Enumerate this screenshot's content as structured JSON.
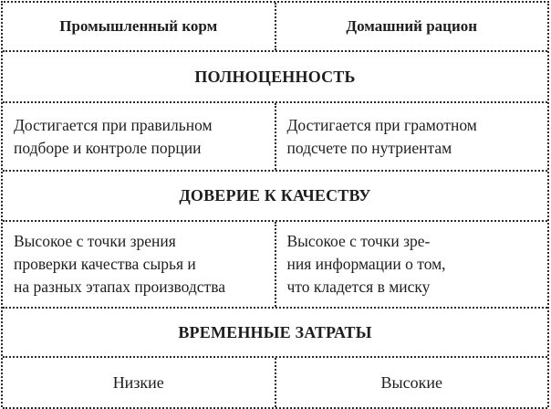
{
  "table": {
    "columns": [
      "Промышленный корм",
      "Домашний рацион"
    ],
    "sections": [
      {
        "title": "ПОЛНОЦЕННОСТЬ",
        "values": [
          [
            "Достигается при правильном",
            "подборе и контроле порции"
          ],
          [
            "Достигается при грамотном",
            "подсчете по нутриентам"
          ]
        ]
      },
      {
        "title": "ДОВЕРИЕ К КАЧЕСТВУ",
        "values": [
          [
            "Высокое с точки зрения",
            "проверки качества сырья и",
            "на разных этапах производства"
          ],
          [
            "Высокое с точки зре-",
            "ния информации о том,",
            "что кладется в миску"
          ]
        ]
      },
      {
        "title": "ВРЕМЕННЫЕ ЗАТРАТЫ",
        "values": [
          [
            "Низкие"
          ],
          [
            "Высокие"
          ]
        ]
      }
    ]
  }
}
